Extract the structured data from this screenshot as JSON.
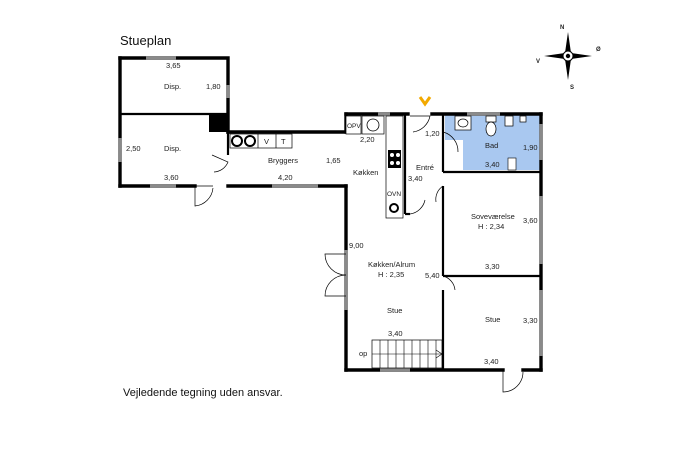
{
  "title": "Stueplan",
  "disclaimer": "Vejledende tegning uden ansvar.",
  "compass": {
    "n": "N",
    "s": "S",
    "e": "Ø",
    "w": "V"
  },
  "colors": {
    "bath": "#a9c8f0",
    "entry_marker": "#f2a900",
    "wall": "#000000",
    "window": "#8a8a8a"
  },
  "rooms": {
    "disp_upper": "Disp.",
    "disp_lower": "Disp.",
    "bryggers": "Bryggers",
    "kokken": "Køkken",
    "entre": "Entré",
    "bad": "Bad",
    "sovevaerelse": "Soveværelse",
    "sovevaerelse_h": "H : 2,34",
    "kokken_alrum": "Køkken/Alrum",
    "kokken_alrum_h": "H : 2,35",
    "stue_left": "Stue",
    "stue_right": "Stue"
  },
  "fixtures": {
    "opv": "OPV",
    "ovn": "OVN",
    "v": "V",
    "t": "T",
    "op": "op"
  },
  "dimensions": {
    "d_3_65": "3,65",
    "d_1_80": "1,80",
    "d_2_50": "2,50",
    "d_3_60_disp": "3,60",
    "d_4_20": "4,20",
    "d_1_65": "1,65",
    "d_2_20": "2,20",
    "d_1_20": "1,20",
    "d_1_90": "1,90",
    "d_3_40_bad": "3,40",
    "d_3_40_entre": "3,40",
    "d_3_60_sove": "3,60",
    "d_3_30_sove": "3,30",
    "d_9_00": "9,00",
    "d_5_40": "5,40",
    "d_3_30_stue": "3,30",
    "d_3_40_stue": "3,40",
    "d_3_40_bottom": "3,40"
  }
}
